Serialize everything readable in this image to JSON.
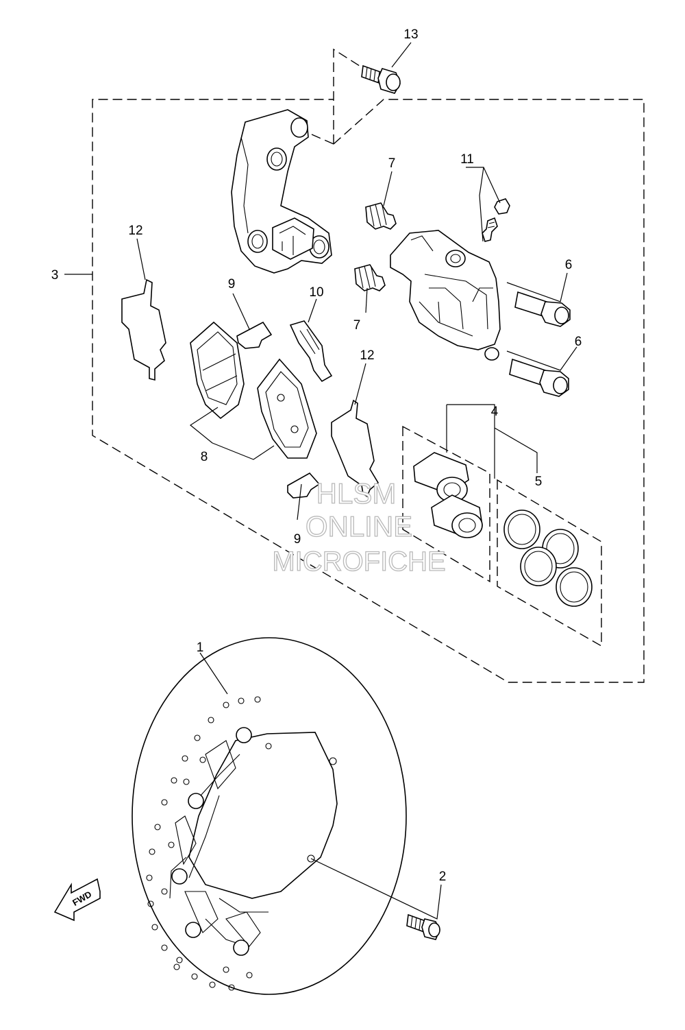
{
  "callouts": {
    "c1": "1",
    "c2": "2",
    "c3": "3",
    "c4": "4",
    "c5": "5",
    "c6a": "6",
    "c6b": "6",
    "c7a": "7",
    "c7b": "7",
    "c8": "8",
    "c9a": "9",
    "c9b": "9",
    "c10": "10",
    "c11": "11",
    "c12a": "12",
    "c12b": "12",
    "c13": "13"
  },
  "fwd_label": "FWD",
  "watermark": {
    "line1": "HLSM",
    "line2": "ONLINE",
    "line3": "MICROFICHE"
  }
}
